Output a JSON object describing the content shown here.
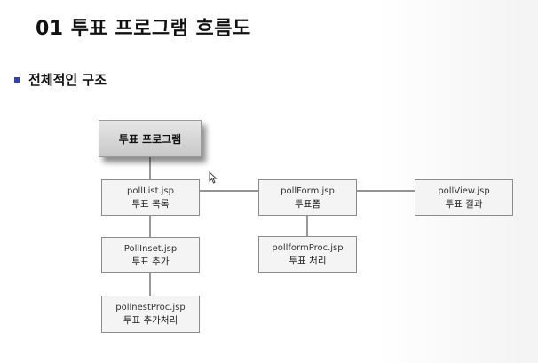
{
  "slide": {
    "title": "01 투표 프로그램 흐름도",
    "section": "전체적인 구조"
  },
  "diagram": {
    "root": "투표 프로그램",
    "nodes": [
      {
        "id": "polllist",
        "file": "pollList.jsp",
        "label": "투표 목록"
      },
      {
        "id": "pollform",
        "file": "pollForm.jsp",
        "label": "투표폼"
      },
      {
        "id": "pollview",
        "file": "pollView.jsp",
        "label": "투표 결과"
      },
      {
        "id": "pollinsert",
        "file": "PollInset.jsp",
        "label": "투표 추가"
      },
      {
        "id": "pollformproc",
        "file": "pollformProc.jsp",
        "label": "투표 처리"
      },
      {
        "id": "pollinsertproc",
        "file": "pollnestProc.jsp",
        "label": "투표 추가처리"
      }
    ]
  },
  "colors": {
    "bullet": "#2a3fd1",
    "node_border": "#8c8c8c",
    "connector": "#555555"
  }
}
